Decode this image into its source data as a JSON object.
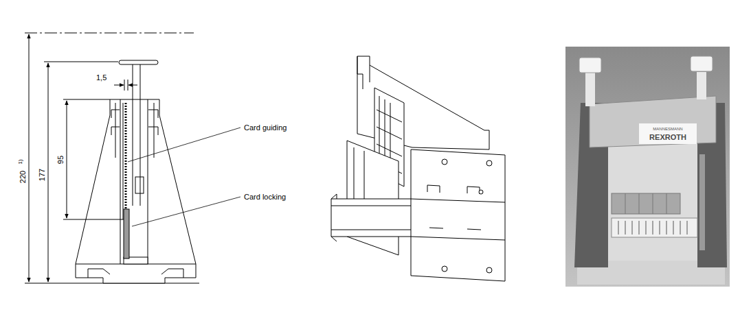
{
  "diagram": {
    "labels": [
      "220",
      "1)",
      "177",
      "95",
      "1,5",
      "Card guiding",
      "Card locking",
      "MANNESMANN",
      "REXROTH"
    ]
  }
}
